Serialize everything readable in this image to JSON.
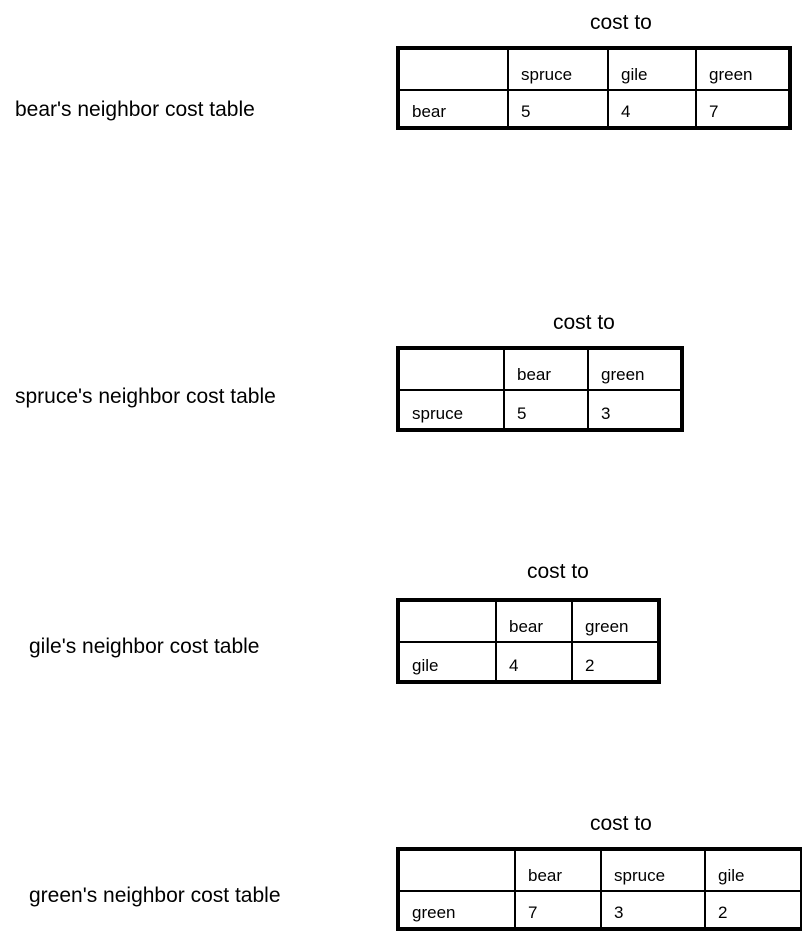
{
  "tables": [
    {
      "label": "bear's neighbor cost table",
      "caption": "cost to",
      "row_label": "bear",
      "columns": [
        "spruce",
        "gile",
        "green"
      ],
      "values": [
        "5",
        "4",
        "7"
      ]
    },
    {
      "label": "spruce's neighbor cost table",
      "caption": "cost to",
      "row_label": "spruce",
      "columns": [
        "bear",
        "green"
      ],
      "values": [
        "5",
        "3"
      ]
    },
    {
      "label": "gile's neighbor cost table",
      "caption": "cost to",
      "row_label": "gile",
      "columns": [
        "bear",
        "green"
      ],
      "values": [
        "4",
        "2"
      ]
    },
    {
      "label": "green's neighbor cost table",
      "caption": "cost to",
      "row_label": "green",
      "columns": [
        "bear",
        "spruce",
        "gile"
      ],
      "values": [
        "7",
        "3",
        "2"
      ]
    }
  ]
}
